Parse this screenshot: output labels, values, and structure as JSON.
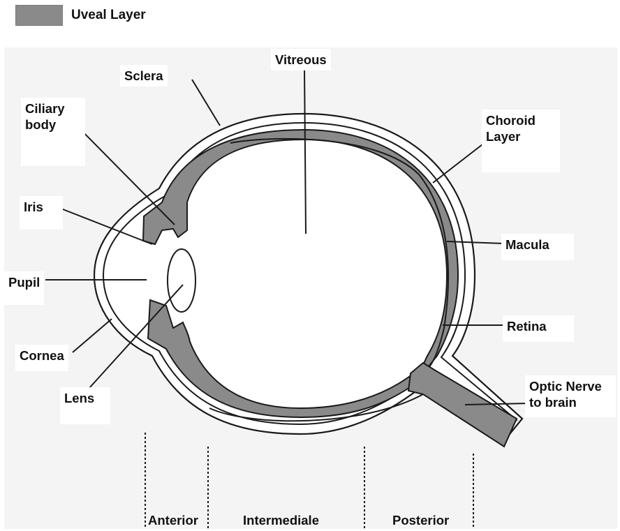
{
  "legend": {
    "label": "Uveal Layer",
    "color": "#8a8a8a"
  },
  "labels": {
    "vitreous": "Vitreous",
    "sclera": "Sclera",
    "ciliary_body": "Ciliary\nbody",
    "choroid_layer": "Choroid\nLayer",
    "iris": "Iris",
    "macula": "Macula",
    "pupil": "Pupil",
    "retina": "Retina",
    "cornea": "Cornea",
    "lens": "Lens",
    "optic_nerve": "Optic Nerve\nto brain"
  },
  "sections": {
    "anterior": "Anterior",
    "intermediale": "Intermediale",
    "posterior": "Posterior"
  },
  "colors": {
    "uvea": "#8a8a8a",
    "outline": "#1a1a1a",
    "background": "#f4f4f4"
  }
}
